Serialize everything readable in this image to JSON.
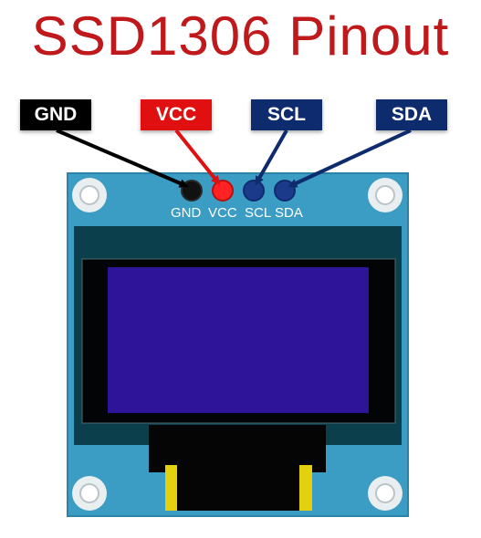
{
  "title": {
    "text": "SSD1306 Pinout",
    "color": "#c0191c"
  },
  "pins": [
    {
      "id": "gnd",
      "label": "GND",
      "color": "#000000",
      "dot_color": "#111111"
    },
    {
      "id": "vcc",
      "label": "VCC",
      "color": "#e01010",
      "dot_color": "#ff2222"
    },
    {
      "id": "scl",
      "label": "SCL",
      "color": "#0e2b6e",
      "dot_color": "#1c3a8a"
    },
    {
      "id": "sda",
      "label": "SDA",
      "color": "#0e2b6e",
      "dot_color": "#1c3a8a"
    }
  ],
  "board": {
    "pcb_color": "#3b9cc4",
    "silkscreen": [
      "GND",
      "VCC",
      "SCL",
      "SDA"
    ],
    "screen_color": "#2e1499",
    "connector_color": "#e3d00f"
  }
}
